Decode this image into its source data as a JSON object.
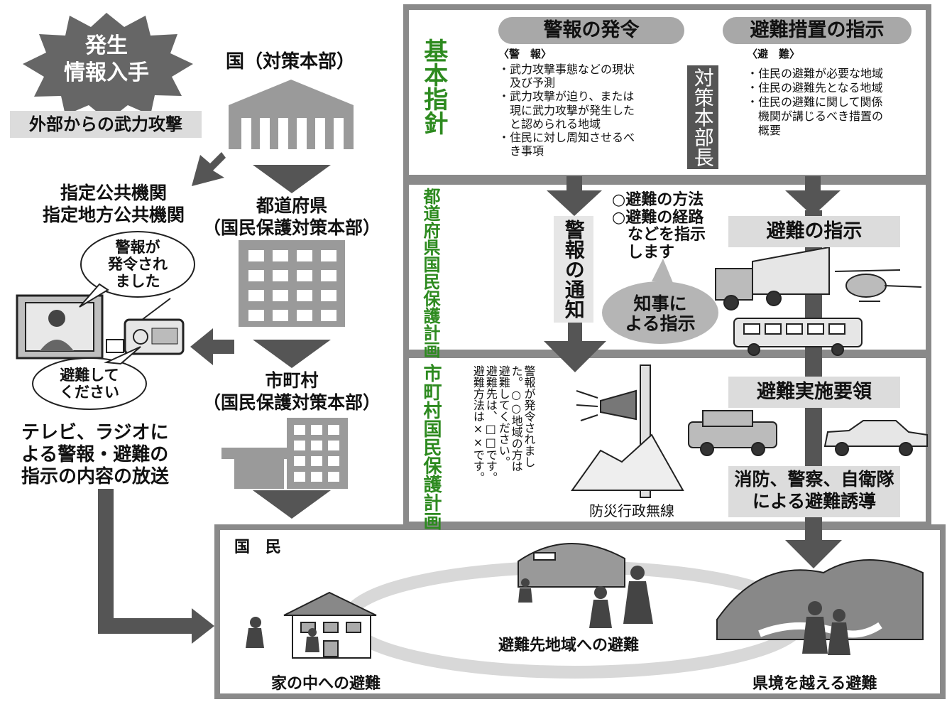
{
  "origin": {
    "burst": "発生\n情報入手",
    "caption": "外部からの武力攻撃"
  },
  "left": {
    "designated_orgs": "指定公共機関\n指定地方公共機関",
    "bubble_top": "警報が\n発令され\nました",
    "bubble_bottom": "避難して\nください",
    "broadcast": "テレビ、ラジオに\nよる警報・避難の\n指示の内容の放送"
  },
  "center": {
    "national": "国（対策本部）",
    "prefecture": "都道府県\n（国民保護対策本部）",
    "municipality": "市町村\n（国民保護対策本部）"
  },
  "basic_policy": {
    "side_label": "基本指針",
    "alarm_pill": "警報の発令",
    "evac_pill": "避難措置の指示",
    "alarm_head": "〈警　報〉",
    "alarm_items": "・武力攻撃事態などの現状\n　及び予測\n・武力攻撃が迫り、または\n　現に武力攻撃が発生した\n　と認められる地域\n・住民に対し周知させるべ\n　き事項",
    "hq_chief": "対策本部長",
    "evac_head": "〈避　難〉",
    "evac_items": "・住民の避難が必要な地域\n・住民の避難先となる地域\n・住民の避難に関して関係\n　機関が講じるべき措置の\n　概要"
  },
  "prefecture_plan": {
    "side_label": "都道府県国民保護計画",
    "alarm_notice": "警報の通知",
    "instructions": "○避難の方法\n○避難の経路\n　などを指示\n　します",
    "governor": "知事に\nよる指示",
    "evac_instruction": "避難の指示"
  },
  "municipal_plan": {
    "side_label": "市町村国民保護計画",
    "announcement": "警報が発令されまし\nた。○○地域の方は\n避難してください。\n避難先は、□□です。\n避難方法は××です。",
    "radio_label": "防災行政無線",
    "guideline": "避難実施要領",
    "guidance": "消防、警察、自衛隊\nによる避難誘導"
  },
  "citizens": {
    "title": "国　民",
    "home": "家の中への避難",
    "destination": "避難先地域への避難",
    "cross_border": "県境を越える避難"
  }
}
